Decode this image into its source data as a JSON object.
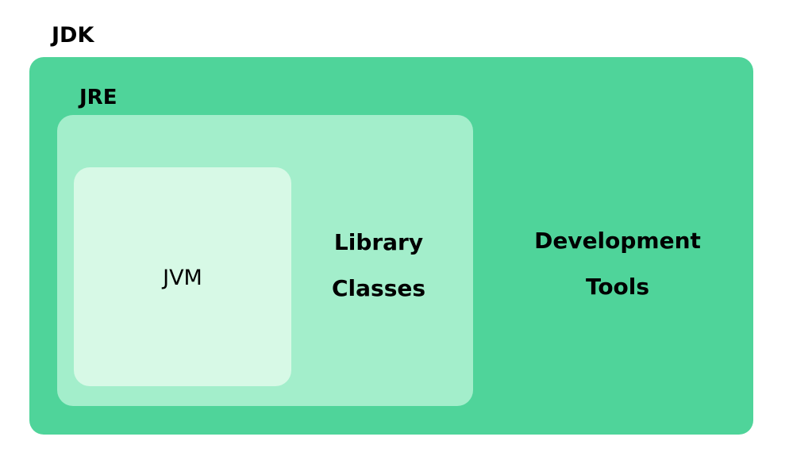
{
  "diagram": {
    "title": "JDK / JRE / JVM nesting diagram",
    "type": "nested-containment",
    "regions": [
      {
        "id": "jdk",
        "label": "JDK",
        "label_position": "outside-top-left",
        "color": "#4FD49A",
        "contains": [
          "jre",
          "development-tools"
        ]
      },
      {
        "id": "jre",
        "label": "JRE",
        "label_position": "outside-top-left",
        "color": "#A3EECB",
        "contains": [
          "jvm",
          "library-classes"
        ]
      },
      {
        "id": "jvm",
        "label": "JVM",
        "label_position": "center",
        "color": "#D7F9E6",
        "contains": []
      }
    ]
  },
  "labels": {
    "jdk": "JDK",
    "jre": "JRE",
    "jvm": "JVM",
    "library_classes": {
      "line1": "Library",
      "line2": "Classes"
    },
    "development_tools": {
      "line1": "Development",
      "line2": "Tools"
    }
  },
  "colors": {
    "background": "#ffffff",
    "jdk_fill": "#4FD49A",
    "jre_fill": "#A3EECB",
    "jvm_fill": "#D7F9E6",
    "text": "#000000"
  }
}
